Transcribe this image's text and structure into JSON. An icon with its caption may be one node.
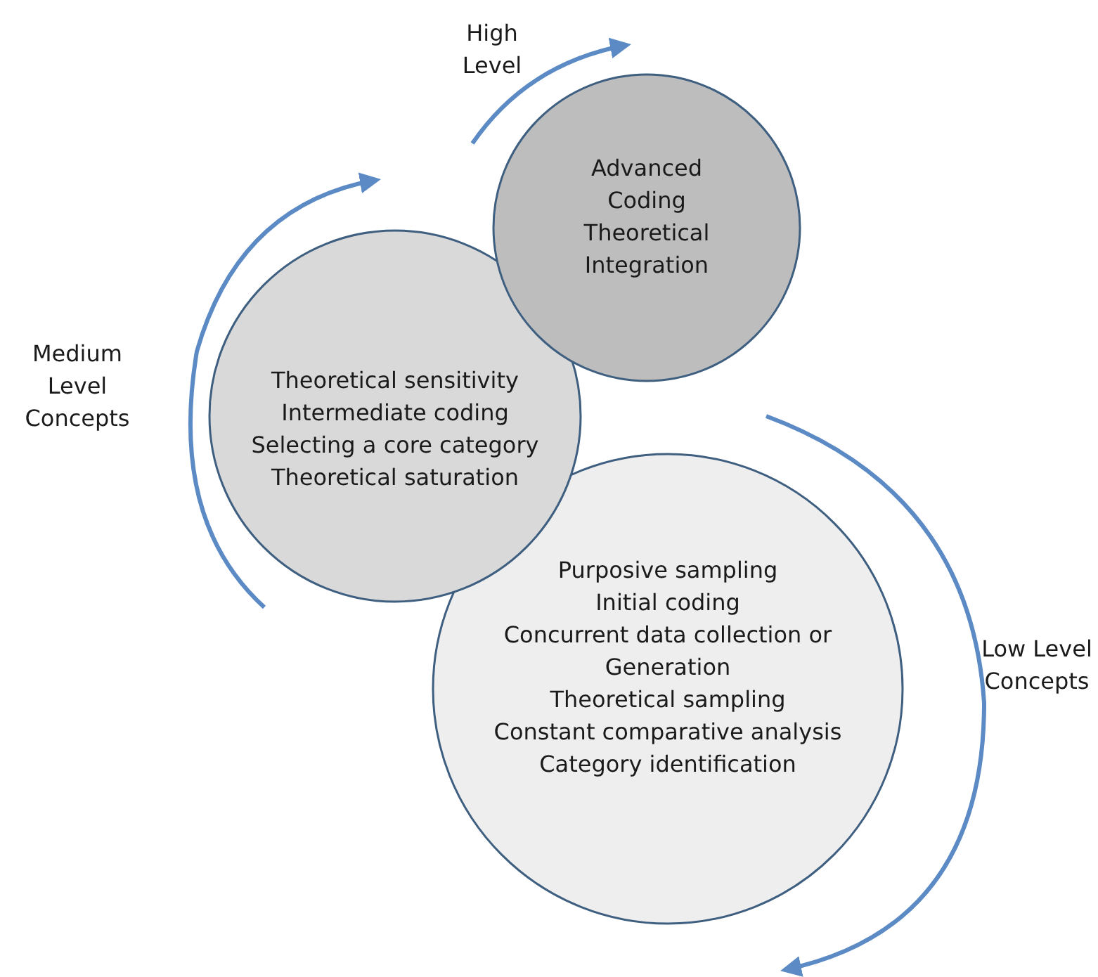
{
  "diagram": {
    "nodes": [
      {
        "text": [
          "Advanced Coding",
          "Theoretical Integration"
        ]
      },
      {
        "text": [
          "Theoretical sensitivity",
          "Intermediate coding",
          "Selecting a core category",
          "Theoretical saturation"
        ]
      },
      {
        "text": [
          "Purposive sampling",
          "Initial coding",
          "Concurrent data collection or Generation",
          "Theoretical sampling",
          "Constant comparative analysis",
          "Category identification"
        ]
      }
    ],
    "edges": [],
    "labels": [
      "High Level",
      "Medium Level Concepts",
      "Low Level Concepts"
    ]
  }
}
